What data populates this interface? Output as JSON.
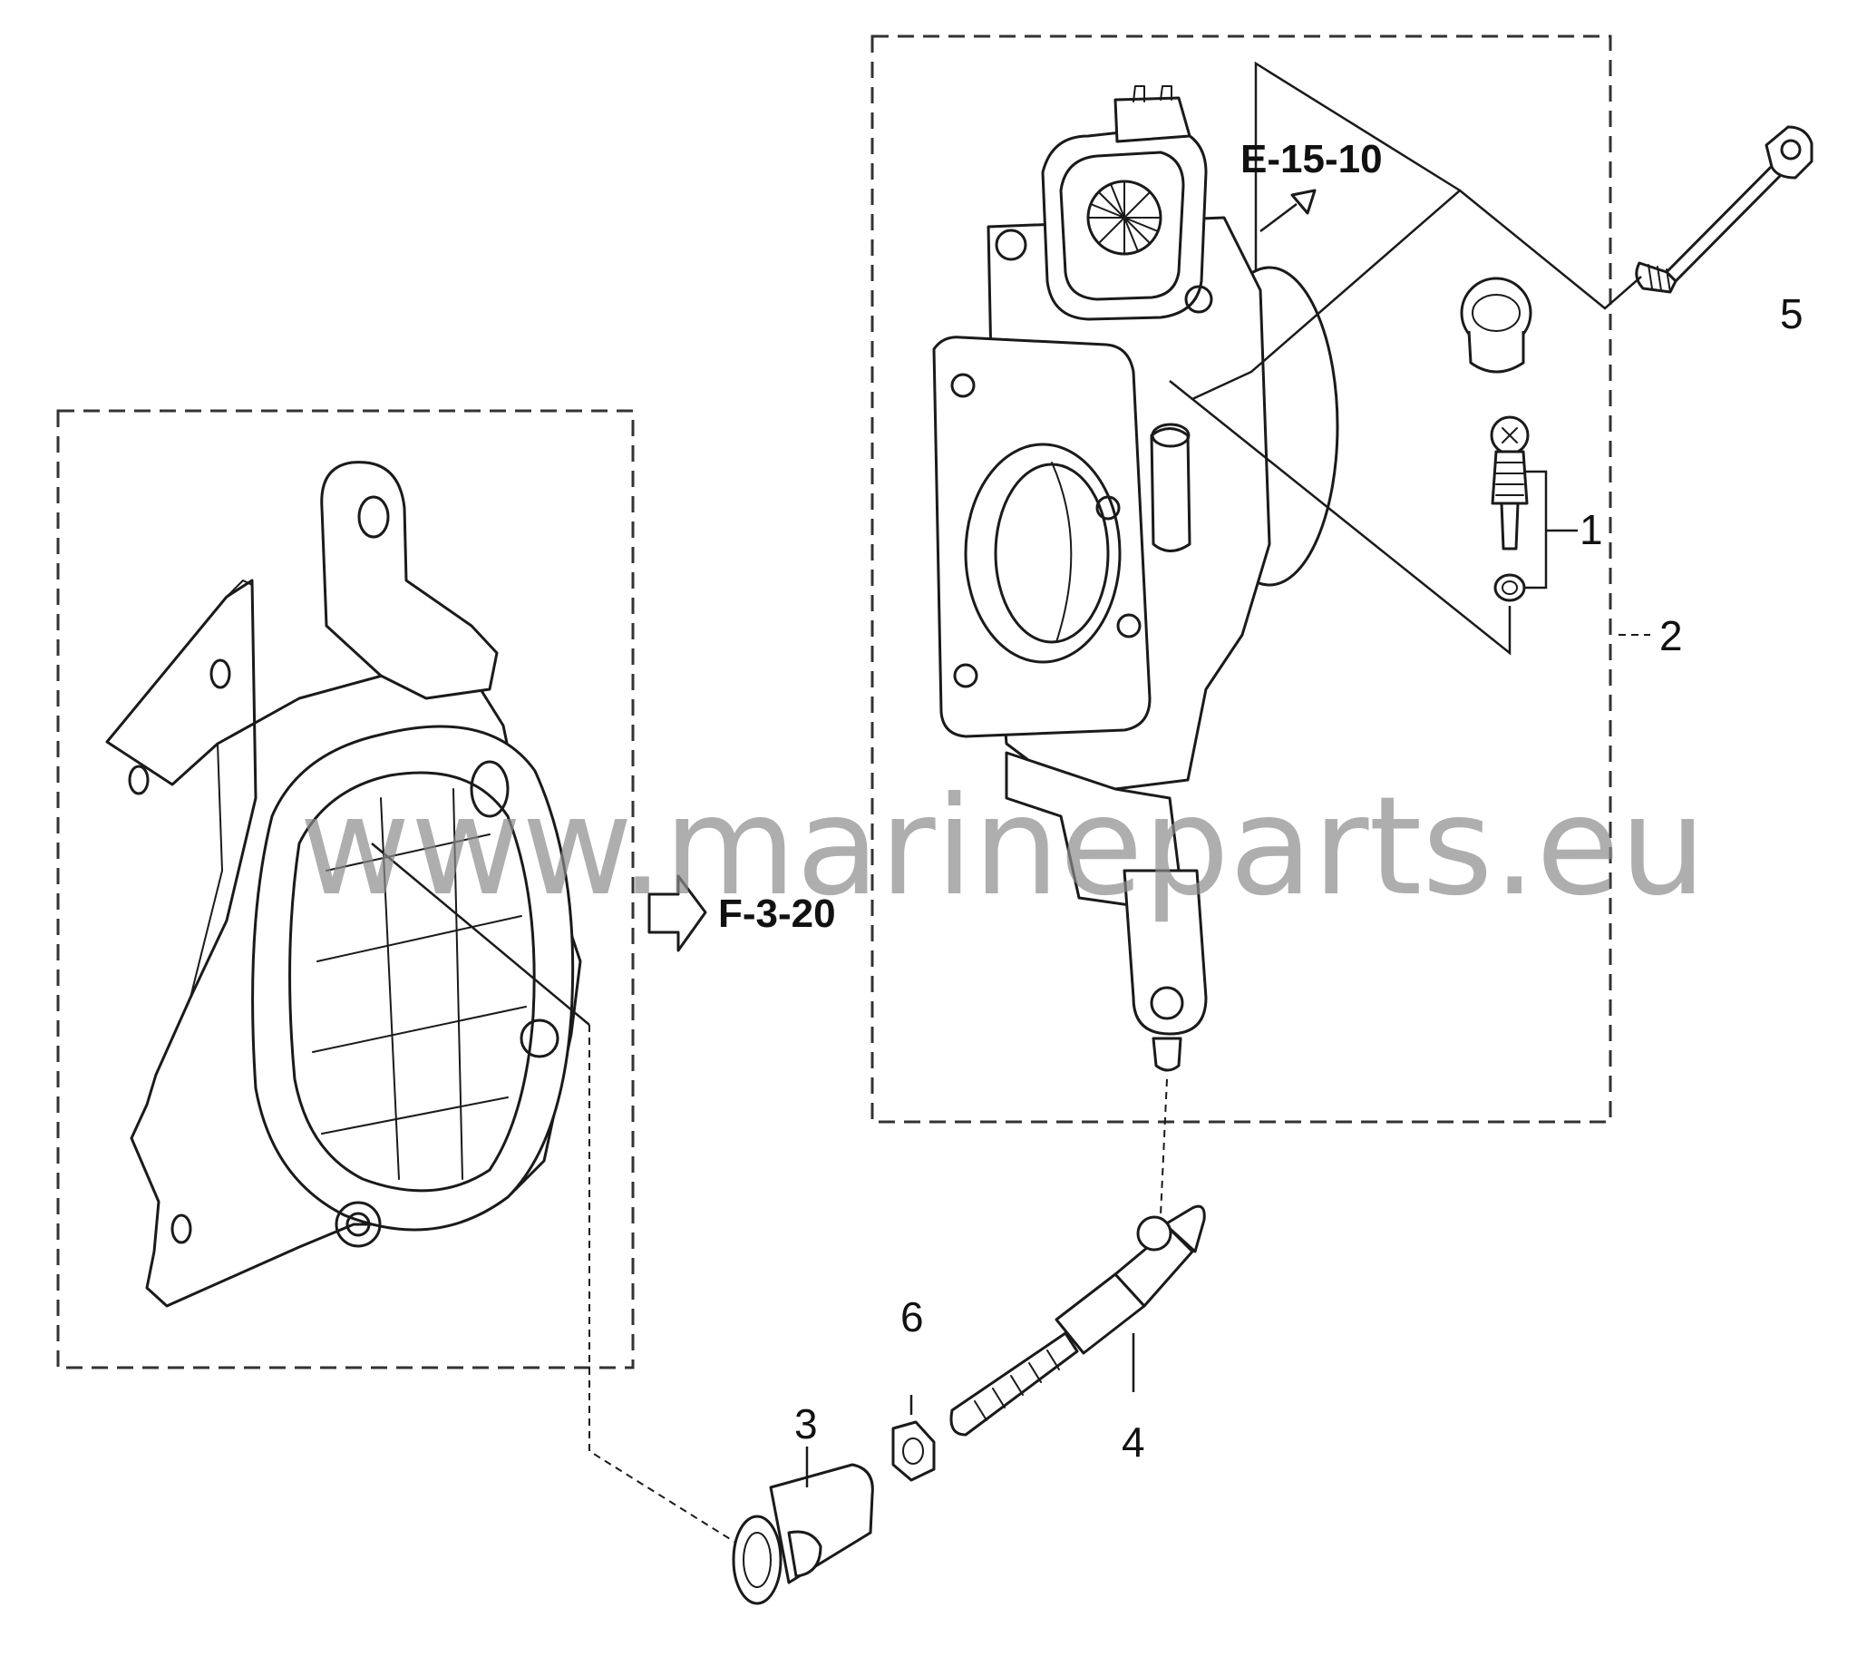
{
  "diagram": {
    "refs": {
      "upper": "E-15-10",
      "left": "F-3-20"
    },
    "callouts": {
      "c1": "1",
      "c2": "2",
      "c3": "3",
      "c4": "4",
      "c5": "5",
      "c6": "6"
    },
    "watermark": "www.marineparts.eu"
  }
}
